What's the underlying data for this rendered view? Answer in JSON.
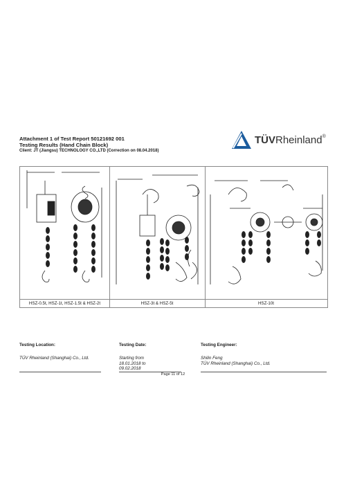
{
  "header": {
    "title": "Attachment 1 of Test Report 50121692 001",
    "subtitle": "Testing Results (Hand Chain Block)",
    "client": "Client:  JT (Jiangsu) TECHNOLOGY CO.,LTD (Correction on 08.04.2018)"
  },
  "logo": {
    "brand_bold": "TÜV",
    "brand_rest": "Rheinland",
    "mark": "®",
    "icon": "tuv-triangle-icon",
    "color": "#1b5c9e"
  },
  "panels": [
    {
      "caption": "HSZ-0.5t, HSZ-1t, HSZ-1.5t & HSZ-2t"
    },
    {
      "caption": "HSZ-3t & HSZ-5t"
    },
    {
      "caption": "HSZ-10t"
    }
  ],
  "footer": {
    "location": {
      "label": "Testing Location:",
      "value": "TÜV Rheinland (Shanghai) Co., Ltd."
    },
    "date": {
      "label": "Testing Date:",
      "lines": [
        "Starting from",
        "18.01.2018 to",
        "09.02.2018"
      ]
    },
    "engineer": {
      "label": "Testing Engineer:",
      "lines": [
        "Shilin Feng",
        "TÜV Rheinland (Shanghai) Co., Ltd."
      ]
    }
  },
  "page": "Page 11 of 12"
}
